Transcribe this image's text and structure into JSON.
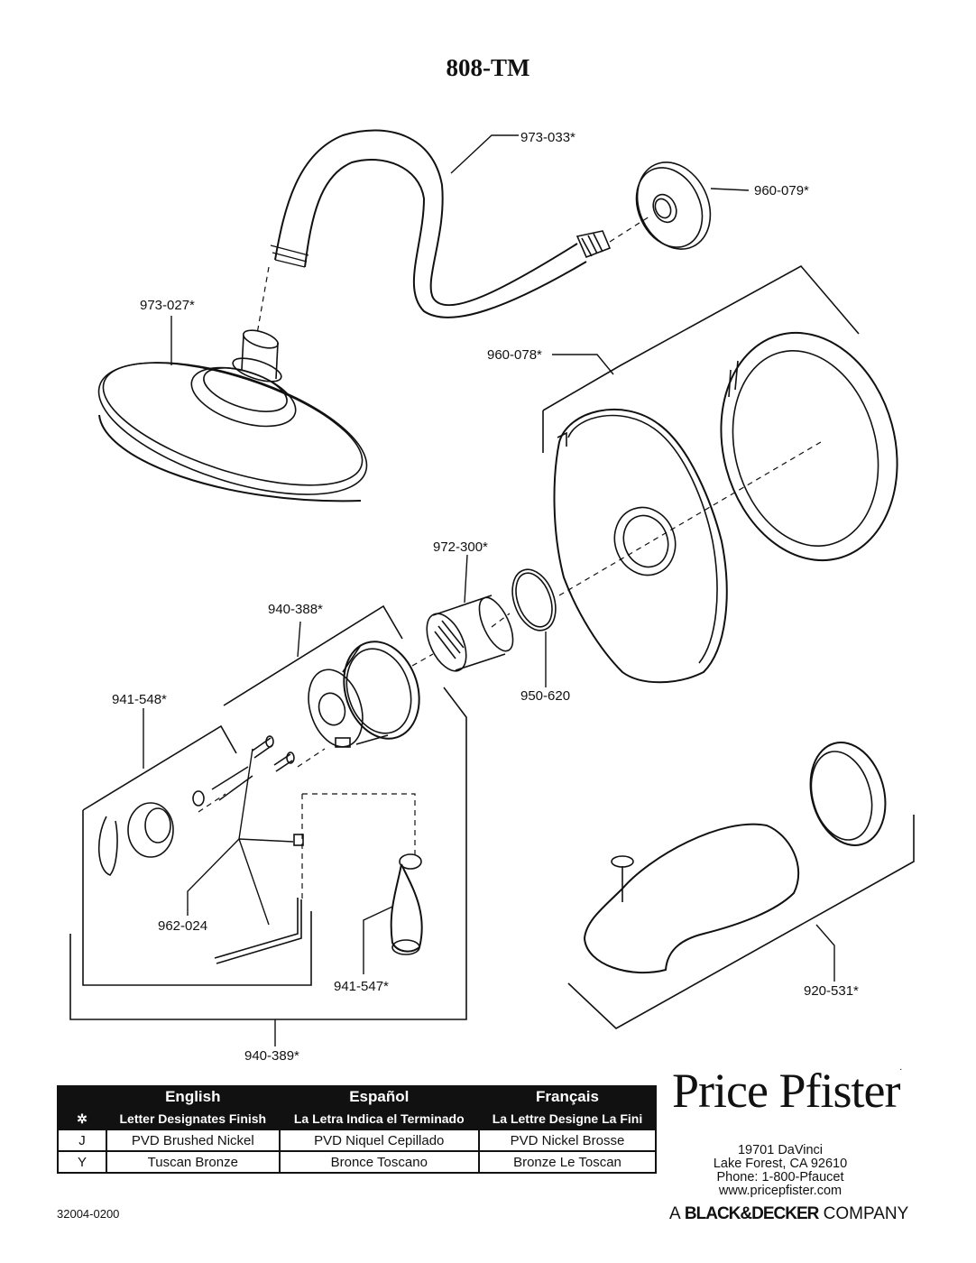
{
  "title": "808-TM",
  "parts": {
    "p973_033": "973-033*",
    "p960_079": "960-079*",
    "p973_027": "973-027*",
    "p960_078": "960-078*",
    "p972_300": "972-300*",
    "p940_388": "940-388*",
    "p950_620": "950-620",
    "p941_548": "941-548*",
    "p962_024": "962-024",
    "p941_547": "941-547*",
    "p920_531": "920-531*",
    "p940_389": "940-389*"
  },
  "finish_table": {
    "headers": [
      "English",
      "Español",
      "Français"
    ],
    "note_symbol": "✲",
    "notes": [
      "Letter Designates Finish",
      "La Letra Indica el Terminado",
      "La Lettre Designe La Fini"
    ],
    "rows": [
      {
        "code": "J",
        "values": [
          "PVD Brushed Nickel",
          "PVD Niquel Cepillado",
          "PVD Nickel Brosse"
        ]
      },
      {
        "code": "Y",
        "values": [
          "Tuscan Bronze",
          "Bronce Toscano",
          "Bronze Le Toscan"
        ]
      }
    ]
  },
  "brand": {
    "name": "Price Pfister",
    "address": [
      "19701 DaVinci",
      "Lake Forest, CA 92610",
      "Phone: 1-800-Pfaucet",
      "www.pricepfister.com"
    ],
    "company_prefix": "A",
    "company_name": "BLACK&DECKER",
    "company_suffix": "COMPANY"
  },
  "doc_number": "32004-0200"
}
